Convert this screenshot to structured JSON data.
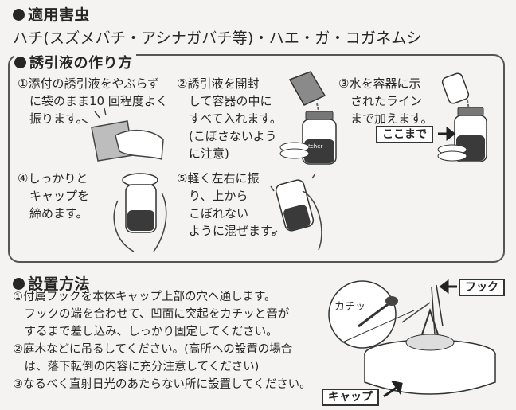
{
  "pests": {
    "heading": "適用害虫",
    "list": "ハチ(スズメバチ・アシナガバチ等)・ハエ・ガ・コガネムシ"
  },
  "howto": {
    "heading": "誘引液の作り方",
    "step1": "①添付の誘引液をやぶらず\n　に袋のまま10 回程度よく\n　振ります。",
    "step2": "②誘引液を開封\n　して容器の中に\n　すべて入れます。\n　(こぼさないよう\n　に注意)",
    "step3": "③水を容器に示\n　されたライン\n　まで加えます。",
    "step3_tag": "ここまで",
    "step4": "④しっかりと\n　キャップを\n　締めます。",
    "step5": "⑤軽く左右に振\n　り、上から\n　こぼれない\n　ように混ぜます。"
  },
  "install": {
    "heading": "設置方法",
    "text": "①付属フックを本体キャップ上部の穴へ通します。\n　フックの端を合わせて、凹面に突起をカチッと音が\n　するまで差し込み、しっかり固定してください。\n②庭木などに吊るしてください。(高所への設置の場合\n　は、落下転倒の内容に充分注意してください)\n③なるべく直射日光のあたらない所に設置してください。",
    "click_label": "カチッ",
    "hook_tag": "フック",
    "cap_tag": "キャップ"
  },
  "product_label": "Catcher"
}
